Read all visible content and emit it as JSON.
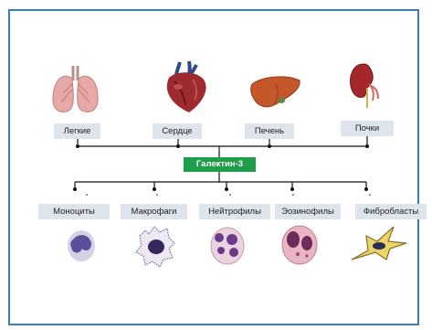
{
  "center": {
    "label": "Галектин-3"
  },
  "organs": [
    {
      "label": "Легкие",
      "icon": "lungs-icon"
    },
    {
      "label": "Сердце",
      "icon": "heart-icon"
    },
    {
      "label": "Печень",
      "icon": "liver-icon"
    },
    {
      "label": "Почки",
      "icon": "kidney-icon"
    }
  ],
  "cells": [
    {
      "label": "Моноциты",
      "icon": "monocyte-icon"
    },
    {
      "label": "Макрофаги",
      "icon": "macrophage-icon"
    },
    {
      "label": "Нейтрофилы",
      "icon": "neutrophil-icon"
    },
    {
      "label": "Эозинофилы",
      "icon": "eosinophil-icon"
    },
    {
      "label": "Фибробласты",
      "icon": "fibroblast-icon"
    }
  ],
  "colors": {
    "frame": "#3e7ab4",
    "center_box": "#1e9d4a",
    "label_box": "#dde4ec",
    "connector": "#111111"
  }
}
